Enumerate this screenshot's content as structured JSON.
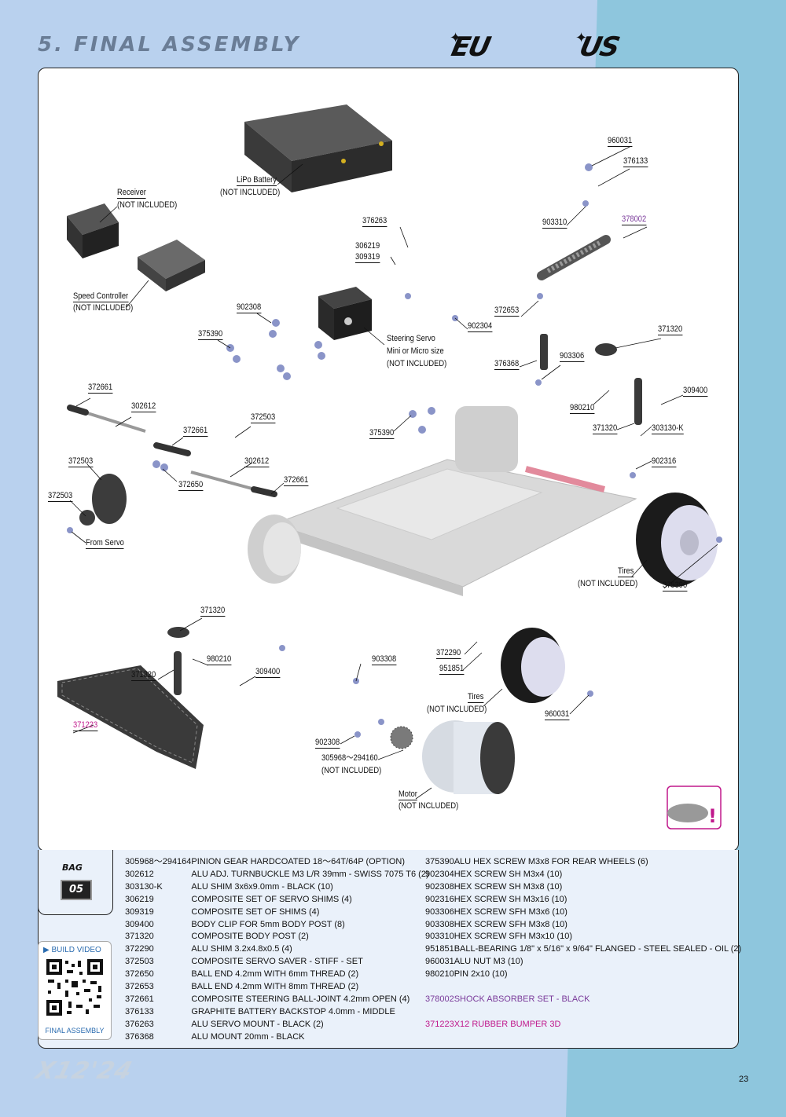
{
  "header": {
    "title": "5. FINAL ASSEMBLY",
    "region_eu": "EU",
    "region_us": "US"
  },
  "callouts": [
    {
      "text": "LiPo Battery",
      "x": 0,
      "y": 0
    },
    {
      "text": "(NOT INCLUDED)"
    },
    {
      "text": "Receiver"
    },
    {
      "text": "(NOT INCLUDED)"
    },
    {
      "text": "Speed Controller"
    },
    {
      "text": "(NOT INCLUDED)"
    },
    {
      "text": "960031"
    },
    {
      "text": "376133"
    },
    {
      "text": "903310"
    },
    {
      "text": "378002"
    },
    {
      "text": "376263"
    },
    {
      "text": "306219"
    },
    {
      "text": "309319"
    },
    {
      "text": "902308"
    },
    {
      "text": "375390"
    },
    {
      "text": "902304"
    },
    {
      "text": "Steering Servo"
    },
    {
      "text": "Mini or Micro size"
    },
    {
      "text": "(NOT INCLUDED)"
    },
    {
      "text": "372653"
    },
    {
      "text": "376368"
    },
    {
      "text": "903306"
    },
    {
      "text": "371320"
    },
    {
      "text": "372661"
    },
    {
      "text": "302612"
    },
    {
      "text": "372503"
    },
    {
      "text": "372661"
    },
    {
      "text": "375390"
    },
    {
      "text": "980210"
    },
    {
      "text": "309400"
    },
    {
      "text": "371320"
    },
    {
      "text": "303130-K"
    },
    {
      "text": "372503"
    },
    {
      "text": "302612"
    },
    {
      "text": "372650"
    },
    {
      "text": "372661"
    },
    {
      "text": "902316"
    },
    {
      "text": "372503"
    },
    {
      "text": "From Servo"
    },
    {
      "text": "Tires"
    },
    {
      "text": "(NOT INCLUDED)"
    },
    {
      "text": "375390"
    },
    {
      "text": "371320"
    },
    {
      "text": "980210"
    },
    {
      "text": "371320"
    },
    {
      "text": "309400"
    },
    {
      "text": "903308"
    },
    {
      "text": "372290"
    },
    {
      "text": "951851"
    },
    {
      "text": "Tires"
    },
    {
      "text": "(NOT INCLUDED)"
    },
    {
      "text": "960031"
    },
    {
      "text": "371223"
    },
    {
      "text": "902308"
    },
    {
      "text": "305968～294160"
    },
    {
      "text": "(NOT INCLUDED)"
    },
    {
      "text": "Motor"
    },
    {
      "text": "(NOT INCLUDED)"
    }
  ],
  "bag": {
    "label": "BAG",
    "number": "05"
  },
  "qr": {
    "title": "BUILD VIDEO",
    "footer": "FINAL ASSEMBLY"
  },
  "parts_left": [
    {
      "num": "305968～294164",
      "desc": "PINION GEAR HARDCOATED 18～64T/64P (OPTION)"
    },
    {
      "num": "302612",
      "desc": "ALU ADJ. TURNBUCKLE M3 L/R 39mm - SWISS 7075 T6 (2)"
    },
    {
      "num": "303130-K",
      "desc": "ALU SHIM 3x6x9.0mm - BLACK (10)"
    },
    {
      "num": "306219",
      "desc": "COMPOSITE SET OF SERVO SHIMS (4)"
    },
    {
      "num": "309319",
      "desc": "COMPOSITE SET OF SHIMS (4)"
    },
    {
      "num": "309400",
      "desc": "BODY CLIP FOR 5mm BODY POST (8)"
    },
    {
      "num": "371320",
      "desc": "COMPOSITE BODY POST (2)"
    },
    {
      "num": "372290",
      "desc": "ALU SHIM 3.2x4.8x0.5 (4)"
    },
    {
      "num": "372503",
      "desc": "COMPOSITE SERVO SAVER - STIFF - SET"
    },
    {
      "num": "372650",
      "desc": "BALL END 4.2mm WITH 6mm THREAD (2)"
    },
    {
      "num": "372653",
      "desc": "BALL END 4.2mm WITH 8mm THREAD (2)"
    },
    {
      "num": "372661",
      "desc": "COMPOSITE STEERING BALL-JOINT 4.2mm OPEN (4)"
    },
    {
      "num": "376133",
      "desc": "GRAPHITE BATTERY BACKSTOP 4.0mm - MIDDLE"
    },
    {
      "num": "376263",
      "desc": "ALU SERVO MOUNT - BLACK (2)"
    },
    {
      "num": "376368",
      "desc": "ALU MOUNT 20mm - BLACK"
    }
  ],
  "parts_right": [
    {
      "num": "375390",
      "desc": "ALU HEX SCREW M3x8 FOR REAR WHEELS (6)"
    },
    {
      "num": "902304",
      "desc": "HEX SCREW SH M3x4  (10)"
    },
    {
      "num": "902308",
      "desc": "HEX SCREW SH M3x8  (10)"
    },
    {
      "num": "902316",
      "desc": "HEX SCREW SH M3x16  (10)"
    },
    {
      "num": "903306",
      "desc": "HEX SCREW SFH M3x6  (10)"
    },
    {
      "num": "903308",
      "desc": "HEX SCREW SFH M3x8  (10)"
    },
    {
      "num": "903310",
      "desc": "HEX SCREW SFH M3x10  (10)"
    },
    {
      "num": "951851",
      "desc": "BALL-BEARING 1/8\" x 5/16\" x 9/64\" FLANGED - STEEL SEALED - OIL (2)"
    },
    {
      "num": "960031",
      "desc": "ALU NUT M3 (10)"
    },
    {
      "num": "980210",
      "desc": "PIN 2x10  (10)"
    },
    {
      "num": "",
      "desc": ""
    },
    {
      "num": "378002",
      "desc": "SHOCK ABSORBER SET - BLACK"
    },
    {
      "num": "",
      "desc": ""
    },
    {
      "num": "371223",
      "desc": "X12 RUBBER BUMPER 3D"
    }
  ],
  "footer": {
    "logo": "X12'24",
    "page": "23"
  },
  "colors": {
    "accent_purple": "#7a3a9a",
    "accent_magenta": "#c0188c",
    "bg_blue": "#b9d1ee",
    "bg_cyan": "#8ec6dd"
  }
}
